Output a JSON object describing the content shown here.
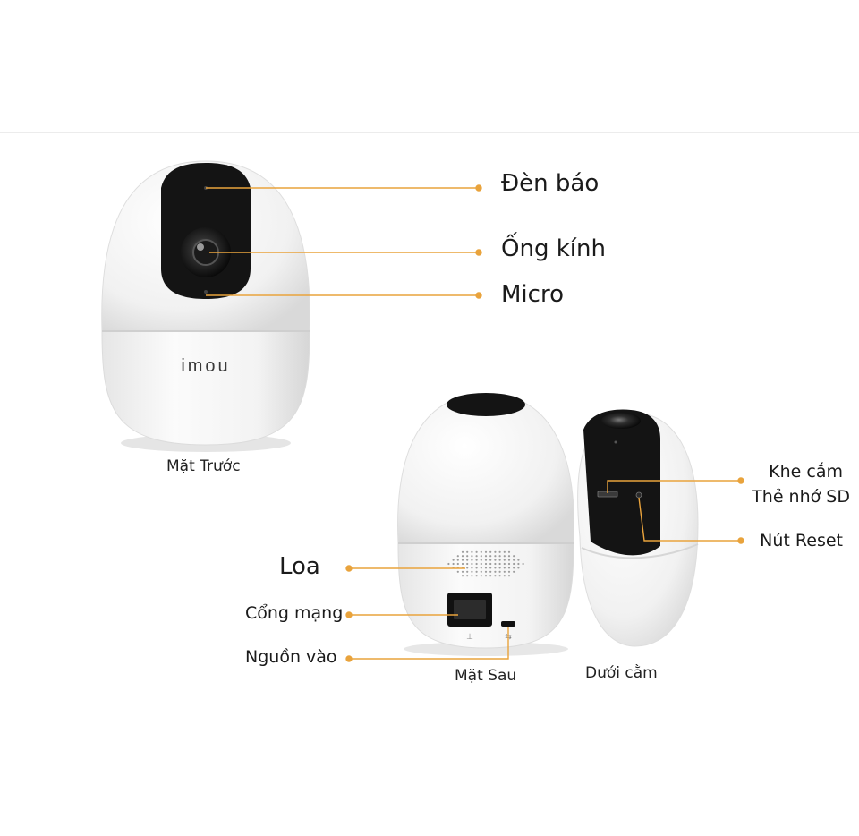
{
  "labels": {
    "indicator": "Đèn báo",
    "lens": "Ống kính",
    "mic": "Micro",
    "speaker": "Loa",
    "network_port": "Cổng mạng",
    "power_in": "Nguồn vào",
    "sd_slot_line1": "Khe cắm",
    "sd_slot_line2": "Thẻ nhớ SD",
    "reset": "Nút Reset"
  },
  "captions": {
    "front": "Mặt Trước",
    "back": "Mặt Sau",
    "under": "Dưới cằm"
  },
  "brand": "imou",
  "colors": {
    "leader": "#e9a33c",
    "body": "#f5f5f5",
    "face": "#141414"
  }
}
